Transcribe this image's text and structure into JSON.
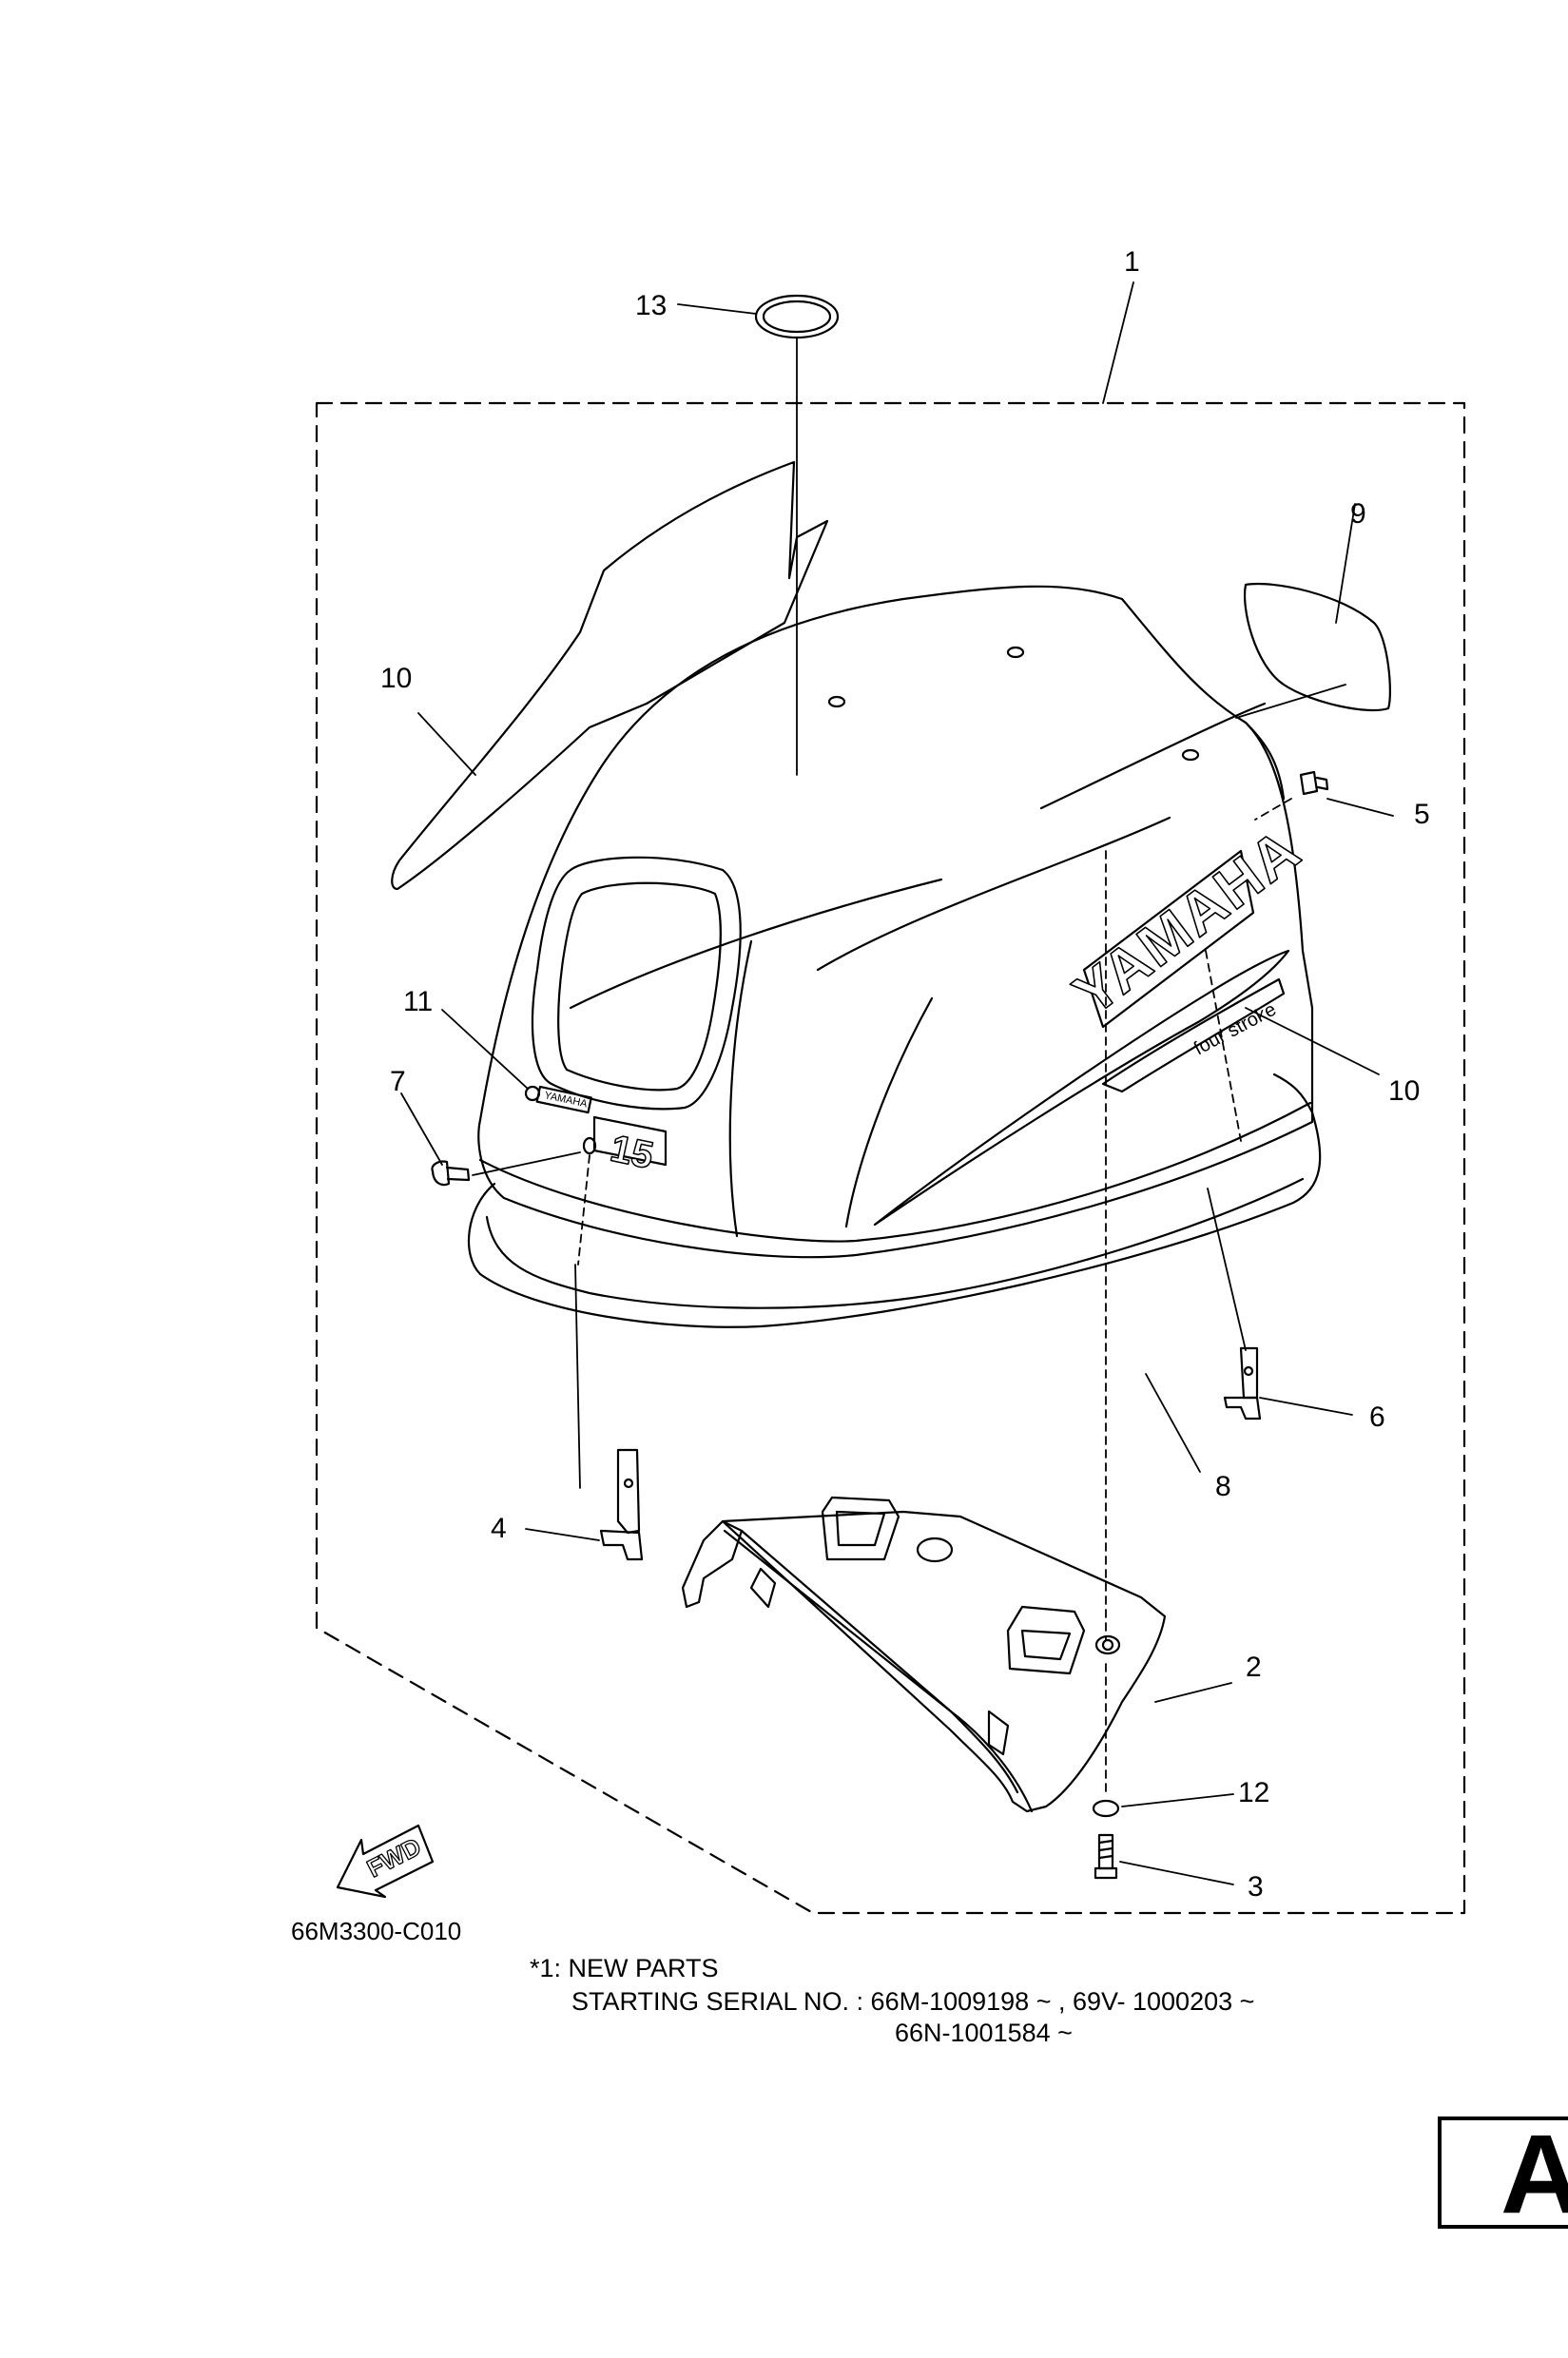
{
  "callouts": {
    "c1": "1",
    "c2": "2",
    "c3": "3",
    "c4": "4",
    "c5": "5",
    "c6": "6",
    "c7": "7",
    "c8": "8",
    "c9": "9",
    "c10a": "10",
    "c10b": "10",
    "c11": "11",
    "c12": "12",
    "c13": "13"
  },
  "decal_text": {
    "brand": "YAMAHA",
    "tagline": "four stroke",
    "badge_brand": "YAMAHA",
    "badge_model": "15"
  },
  "fwd_label": "FWD",
  "diagram_code": "66M3300-C010",
  "notes": {
    "line1": "*1: NEW PARTS",
    "line2": "STARTING SERIAL NO. : 66M-1009198 ~ , 69V- 1000203 ~",
    "line3": "66N-1001584 ~"
  },
  "page_tab": "A"
}
